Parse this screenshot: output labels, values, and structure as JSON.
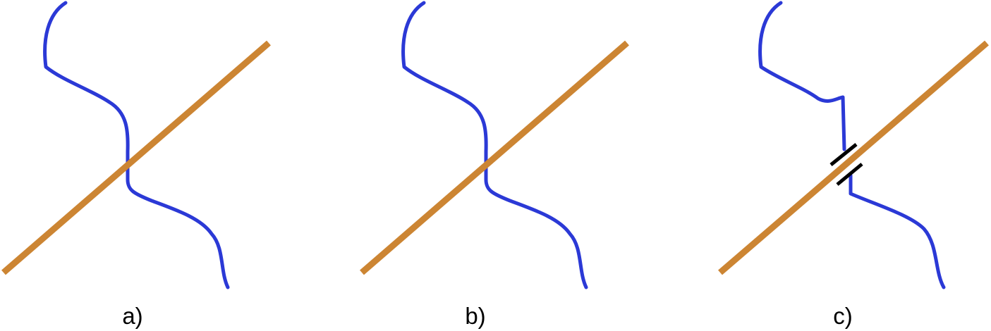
{
  "colors": {
    "rod": "#cc8533",
    "wire": "#2b39d6",
    "cut_mark": "#000000",
    "background": "#ffffff"
  },
  "panels": [
    {
      "label": "a)"
    },
    {
      "label": "b)"
    },
    {
      "label": "c)"
    }
  ]
}
